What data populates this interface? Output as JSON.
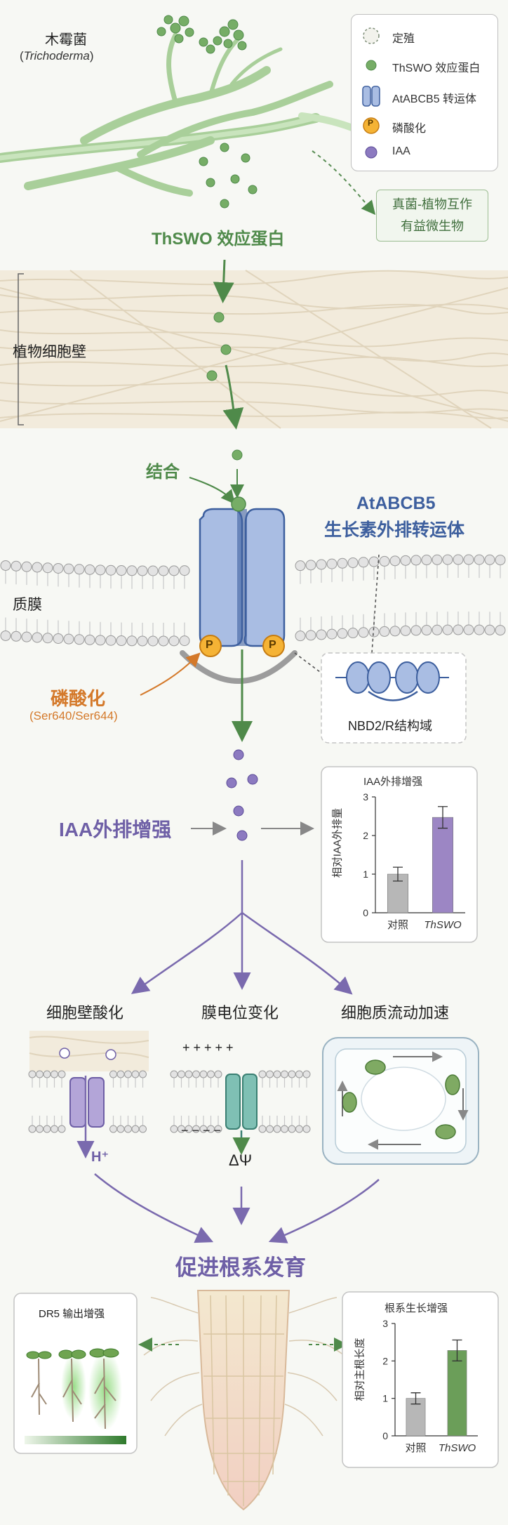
{
  "fungus": {
    "name": "木霉菌",
    "latin": "Trichoderma"
  },
  "legend": [
    {
      "label": "定殖",
      "icon": "dashed-circle-icon"
    },
    {
      "label": "ThSWO 效应蛋白",
      "icon": "green-dot-icon"
    },
    {
      "label": "AtABCB5 转运体",
      "icon": "transporter-icon"
    },
    {
      "label": "磷酸化",
      "icon": "phospho-p-icon"
    },
    {
      "label": "IAA",
      "icon": "purple-dot-icon"
    }
  ],
  "callout": {
    "line1": "真菌-植物互作",
    "line2": "有益微生物"
  },
  "effector_label": "ThSWO 效应蛋白",
  "cell_wall_label": "植物细胞壁",
  "binding_label": "结合",
  "transporter": {
    "line1": "AtABCB5",
    "line2": "生长素外排转运体"
  },
  "membrane_label": "质膜",
  "phospho": {
    "label": "磷酸化",
    "sites": "(Ser640/Ser644)",
    "p_symbol": "P"
  },
  "nbd_label": "NBD2/R结构域",
  "efflux_label": "IAA外排增强",
  "charts": {
    "iaa": {
      "title": "IAA外排增强",
      "ylabel": "相对IAA外排量",
      "yticks": [
        "0",
        "1",
        "2",
        "3"
      ]
    },
    "root": {
      "title": "根系生长增强",
      "ylabel": "相对主根长度",
      "yticks": [
        "0",
        "1",
        "2",
        "3"
      ]
    }
  },
  "effects": {
    "wall_acid": "细胞壁酸化",
    "membrane_potential": "膜电位变化",
    "cytoplasm": "细胞质流动加速",
    "proton": "H⁺",
    "delta_psi": "ΔΨ",
    "plus": "+  +  +  +  +",
    "minus": "−  −      −  −"
  },
  "root_label": "促进根系发育",
  "dr5_label": "DR5 输出增强",
  "colors": {
    "green": "#4f8a4a",
    "purple": "#6e5fa6",
    "blue": "#3d5f9e",
    "orange": "#e8961e",
    "transporter": "#a9bde3"
  },
  "chart_data": [
    {
      "type": "bar",
      "title": "IAA外排增强",
      "ylabel": "相对IAA外排量",
      "categories": [
        "对照",
        "ThSWO"
      ],
      "values": [
        1.0,
        2.47
      ],
      "errors": [
        0.18,
        0.28
      ],
      "ylim": [
        0,
        3
      ],
      "colors": [
        "#b7b7b7",
        "#9c86c4"
      ]
    },
    {
      "type": "bar",
      "title": "根系生长增强",
      "ylabel": "相对主根长度",
      "categories": [
        "对照",
        "ThSWO"
      ],
      "values": [
        1.0,
        2.28
      ],
      "errors": [
        0.15,
        0.28
      ],
      "ylim": [
        0,
        3
      ],
      "colors": [
        "#b7b7b7",
        "#6b9e59"
      ]
    }
  ]
}
